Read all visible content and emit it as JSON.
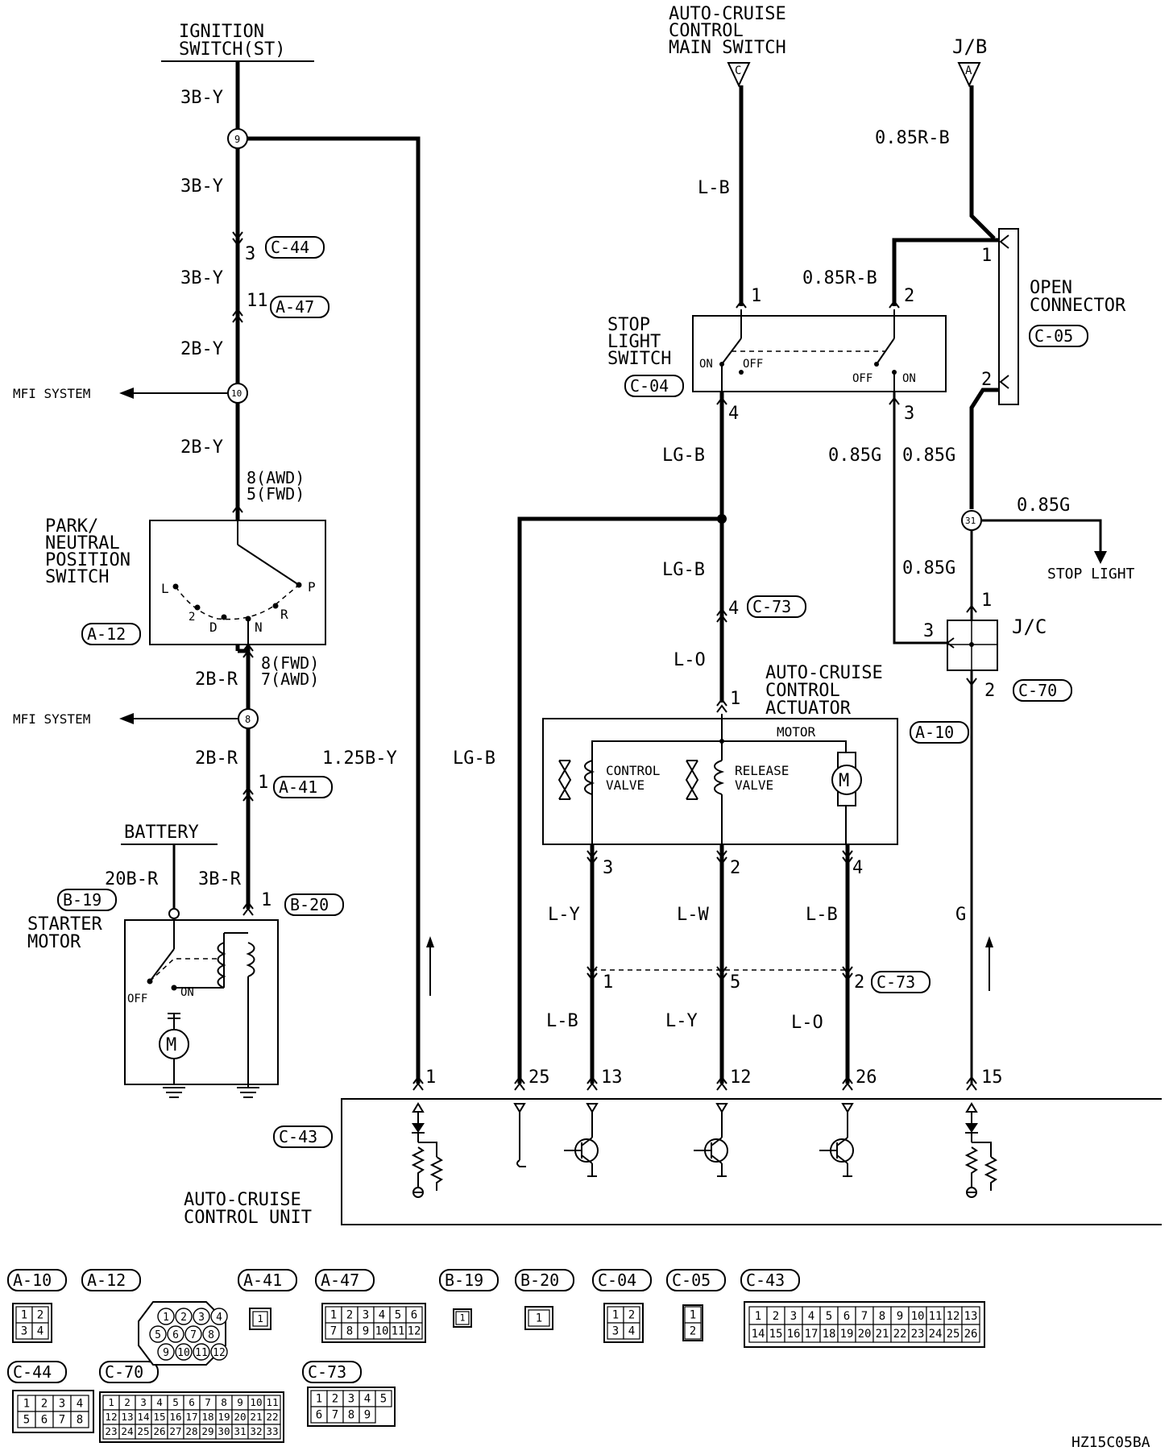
{
  "labels": {
    "ignition_switch": [
      "IGNITION",
      "SWITCH(ST)"
    ],
    "main_switch": [
      "AUTO-CRUISE",
      "CONTROL",
      "MAIN SWITCH"
    ],
    "jb": "J/B",
    "open_connector": [
      "OPEN",
      "CONNECTOR"
    ],
    "stop_light_switch": [
      "STOP",
      "LIGHT",
      "SWITCH"
    ],
    "pn_switch": [
      "PARK/",
      "NEUTRAL",
      "POSITION",
      "SWITCH"
    ],
    "mfi_system_1": "MFI SYSTEM",
    "mfi_system_2": "MFI SYSTEM",
    "battery": "BATTERY",
    "starter_motor": [
      "STARTER",
      "MOTOR"
    ],
    "stop_light": "STOP LIGHT",
    "jc": "J/C",
    "actuator": [
      "AUTO-CRUISE",
      "CONTROL",
      "ACTUATOR"
    ],
    "motor": "MOTOR",
    "control_valve": [
      "CONTROL",
      "VALVE"
    ],
    "release_valve": [
      "RELEASE",
      "VALVE"
    ],
    "control_unit": [
      "AUTO-CRUISE",
      "CONTROL UNIT"
    ],
    "on": "ON",
    "off": "OFF",
    "diagram_code": "HZ15C05BA"
  },
  "wires": {
    "w_3by_a": "3B-Y",
    "w_3by_b": "3B-Y",
    "w_3by_c": "3B-Y",
    "w_2by_a": "2B-Y",
    "w_2by_b": "2B-Y",
    "w_2br_a": "2B-R",
    "w_2br_b": "2B-R",
    "w_125by": "1.25B-Y",
    "w_20br": "20B-R",
    "w_3br": "3B-R",
    "w_lgb_left": "LG-B",
    "w_lb_main": "L-B",
    "w_085rb_top": "0.85R-B",
    "w_085rb_mid": "0.85R-B",
    "w_lgb_a": "LG-B",
    "w_lgb_b": "LG-B",
    "w_085g_a": "0.85G",
    "w_085g_b": "0.85G",
    "w_085g_c": "0.85G",
    "w_085g_d": "0.85G",
    "w_lo_a": "L-O",
    "w_ly_a": "L-Y",
    "w_lw": "L-W",
    "w_lb_a": "L-B",
    "w_g": "G",
    "w_lb_b": "L-B",
    "w_ly_b": "L-Y",
    "w_lo_b": "L-O"
  },
  "pins": {
    "p_3": "3",
    "p_11": "11",
    "p_pn": [
      "8(AWD)",
      "5(FWD)"
    ],
    "p_pn2": [
      "8(FWD)",
      "7(AWD)"
    ],
    "p_a41": "1",
    "p_b20": "1",
    "p_main1": "1",
    "p_sls2": "2",
    "p_sls4": "4",
    "p_sls3": "3",
    "p_oc1": "1",
    "p_oc2": "2",
    "p_c73_4": "4",
    "p_act1": "1",
    "p_jc1": "1",
    "p_jc3": "3",
    "p_jc2": "2",
    "p_act3": "3",
    "p_act2": "2",
    "p_act4": "4",
    "p_c73_1": "1",
    "p_c73_5": "5",
    "p_c73_2": "2",
    "p_u1": "1",
    "p_u25": "25",
    "p_u13": "13",
    "p_u12": "12",
    "p_u26": "26",
    "p_u15": "15",
    "sw_l": "L",
    "sw_2": "2",
    "sw_d": "D",
    "sw_n": "N",
    "sw_r": "R",
    "sw_p": "P",
    "ter_c": "C",
    "ter_a": "A",
    "j9": "9",
    "j10": "10",
    "j8": "8",
    "j31": "31"
  },
  "connector_tags": {
    "c44": "C-44",
    "a47": "A-47",
    "a12": "A-12",
    "a41": "A-41",
    "b19": "B-19",
    "b20": "B-20",
    "c04": "C-04",
    "c05": "C-05",
    "c73a": "C-73",
    "c70": "C-70",
    "a10": "A-10",
    "c73b": "C-73",
    "c43": "C-43"
  },
  "legend": {
    "a10": {
      "tag": "A-10",
      "cells": [
        "1",
        "2",
        "3",
        "4"
      ]
    },
    "a12": {
      "tag": "A-12",
      "cells": [
        "1",
        "2",
        "3",
        "4",
        "5",
        "6",
        "7",
        "8",
        "9",
        "10",
        "11",
        "12"
      ]
    },
    "a41": {
      "tag": "A-41",
      "cells": [
        "1"
      ]
    },
    "a47": {
      "tag": "A-47",
      "cells": [
        "1",
        "2",
        "3",
        "4",
        "5",
        "6",
        "7",
        "8",
        "9",
        "10",
        "11",
        "12"
      ]
    },
    "b19": {
      "tag": "B-19",
      "cells": [
        "1"
      ]
    },
    "b20": {
      "tag": "B-20",
      "cells": [
        "1"
      ]
    },
    "c04": {
      "tag": "C-04",
      "cells": [
        "1",
        "2",
        "3",
        "4"
      ]
    },
    "c05": {
      "tag": "C-05",
      "cells": [
        "1",
        "2"
      ]
    },
    "c43": {
      "tag": "C-43",
      "cells": [
        "1",
        "2",
        "3",
        "4",
        "5",
        "6",
        "7",
        "8",
        "9",
        "10",
        "11",
        "12",
        "13",
        "14",
        "15",
        "16",
        "17",
        "18",
        "19",
        "20",
        "21",
        "22",
        "23",
        "24",
        "25",
        "26"
      ]
    },
    "c44": {
      "tag": "C-44",
      "cells": [
        "1",
        "2",
        "3",
        "4",
        "5",
        "6",
        "7",
        "8"
      ]
    },
    "c70": {
      "tag": "C-70",
      "cells": [
        "1",
        "2",
        "3",
        "4",
        "5",
        "6",
        "7",
        "8",
        "9",
        "10",
        "11",
        "12",
        "13",
        "14",
        "15",
        "16",
        "17",
        "18",
        "19",
        "20",
        "21",
        "22",
        "23",
        "24",
        "25",
        "26",
        "27",
        "28",
        "29",
        "30",
        "31",
        "32",
        "33"
      ]
    },
    "c73": {
      "tag": "C-73",
      "cells": [
        "1",
        "2",
        "3",
        "4",
        "5",
        "6",
        "7",
        "8",
        "9"
      ]
    }
  }
}
